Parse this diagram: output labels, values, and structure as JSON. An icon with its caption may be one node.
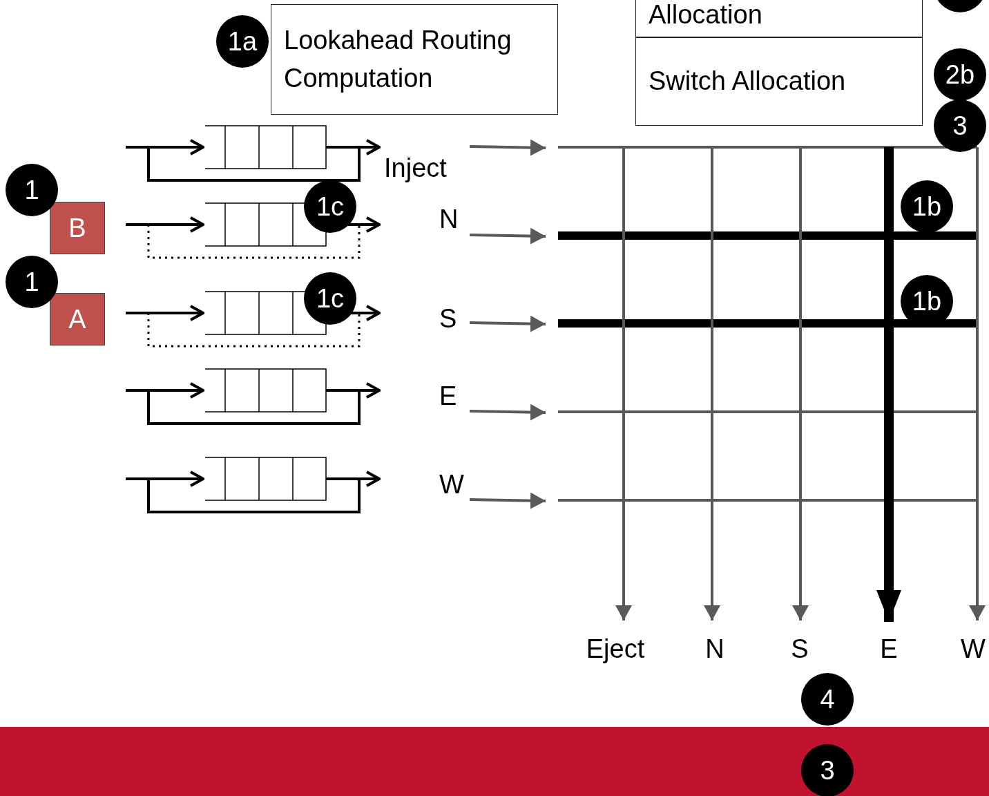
{
  "diagram": {
    "nodes": [
      {
        "text": [
          "Lookahead Routing Computation"
        ]
      },
      {
        "text": [
          "Allocation"
        ]
      },
      {
        "text": [
          "Switch Allocation"
        ]
      },
      {
        "text": [
          "B"
        ]
      },
      {
        "text": [
          "A"
        ]
      }
    ],
    "labels": [
      "1a",
      "2b",
      "3",
      "Inject",
      "1",
      "1c",
      "N",
      "1b",
      "1",
      "1c",
      "S",
      "1b",
      "E",
      "W",
      "Eject",
      "N",
      "S",
      "E",
      "W",
      "4",
      "3"
    ]
  }
}
